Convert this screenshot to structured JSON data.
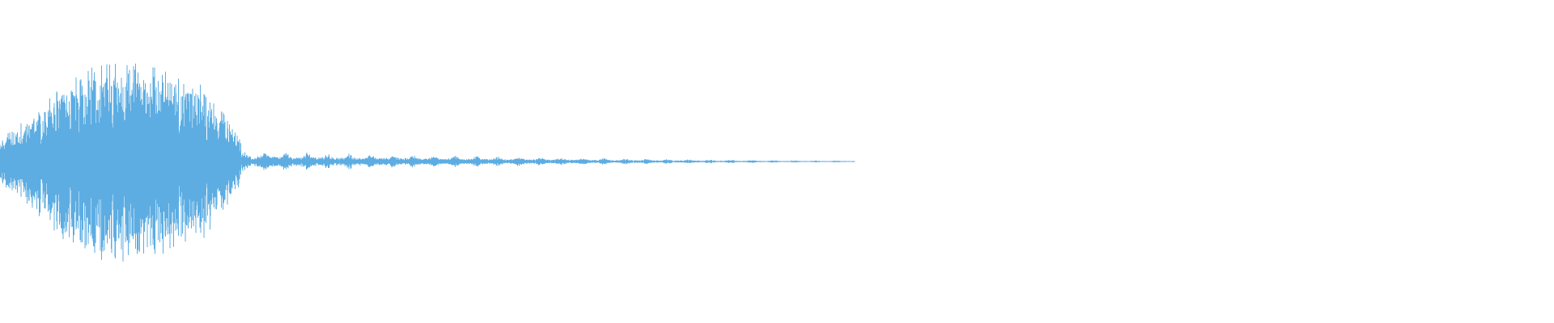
{
  "waveform": {
    "color": "#5dade2",
    "background": "#ffffff",
    "audio_fraction": 0.55,
    "envelope": {
      "attack_end_fraction": 0.04,
      "burst_end_fraction": 0.155,
      "peak_amplitude": 0.98,
      "tail_start_amplitude": 0.1,
      "tail_end_amplitude": 0.01
    }
  }
}
